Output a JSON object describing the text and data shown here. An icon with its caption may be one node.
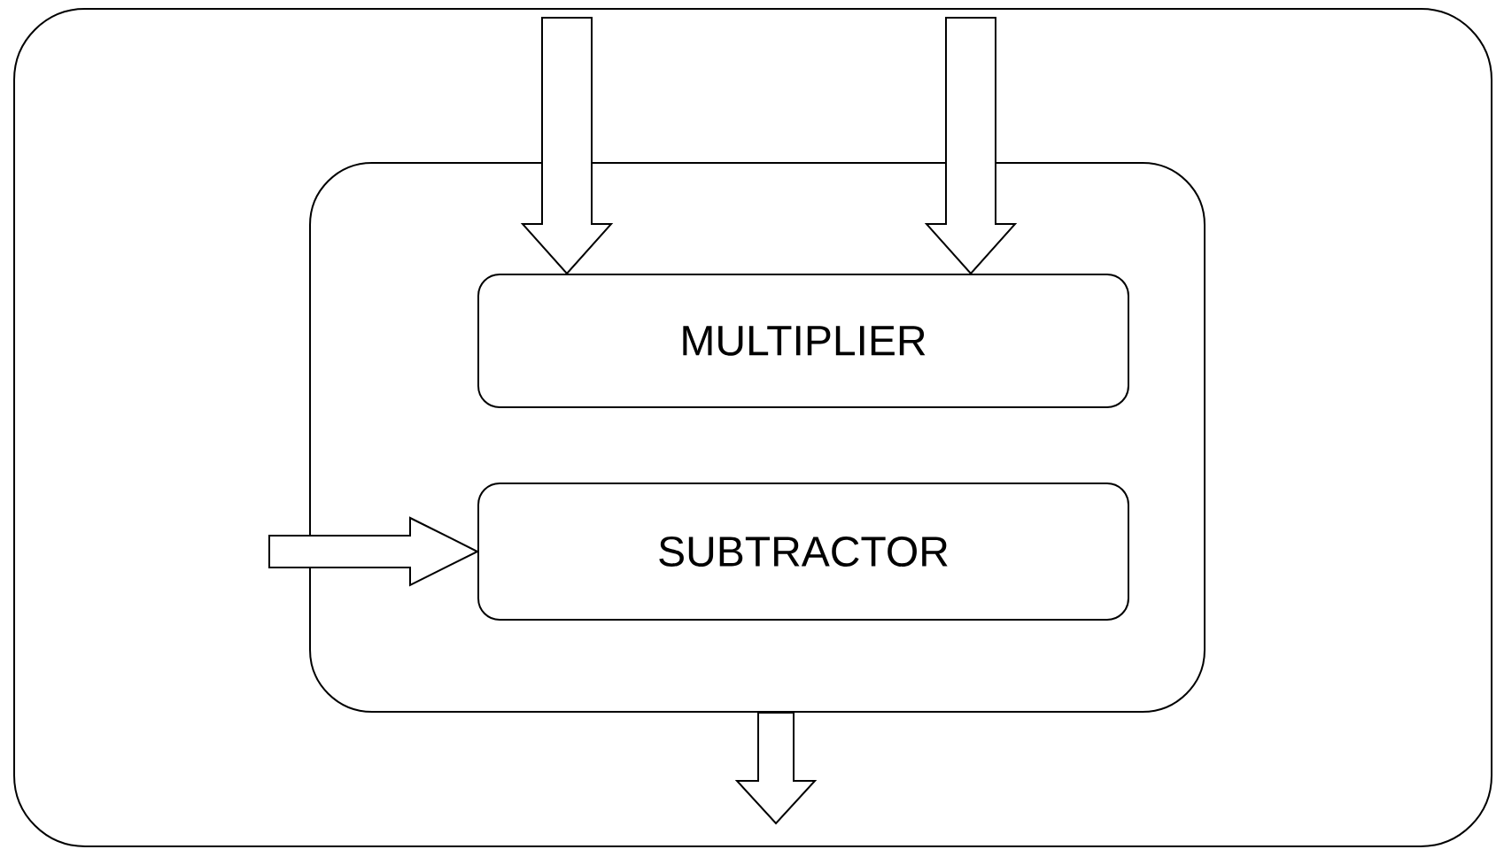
{
  "diagram": {
    "nodes": [
      {
        "text": [],
        "shape": "box"
      },
      {
        "text": [],
        "shape": "box",
        "in": 0
      },
      {
        "text": [
          "MULTIPLIER"
        ],
        "in": 1
      },
      {
        "text": [
          "SUBTRACTOR"
        ],
        "in": 1
      }
    ],
    "edges": [
      {
        "from": null,
        "to": 2,
        "arrow": "to"
      },
      {
        "from": null,
        "to": 2,
        "arrow": "to"
      },
      {
        "from": null,
        "to": 3,
        "arrow": "to"
      },
      {
        "from": 1,
        "to": null,
        "arrow": "to"
      }
    ]
  }
}
